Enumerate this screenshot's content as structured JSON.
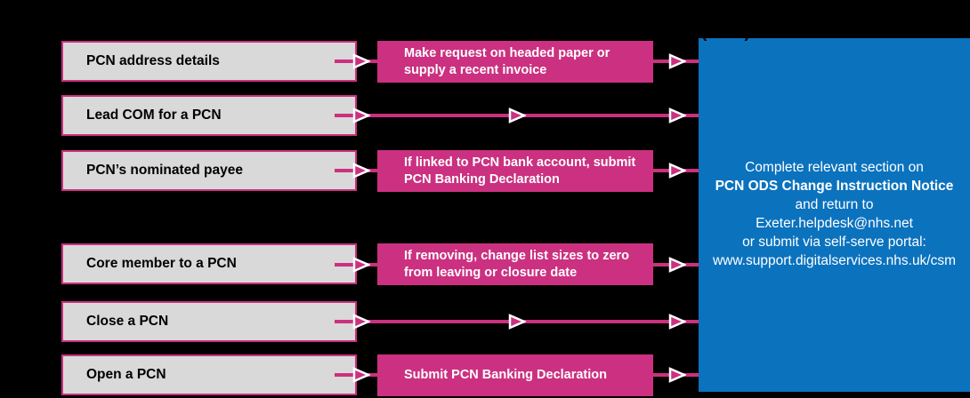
{
  "header": {
    "csu_note": "(CSU)"
  },
  "colors": {
    "background": "#000000",
    "pink": "#cb3180",
    "gray_fill": "#d9d9d9",
    "blue": "#0b72be",
    "source_text": "#000000",
    "action_text": "#ffffff"
  },
  "rows": [
    {
      "label": "PCN address details",
      "action": "Make request on headed paper or\nsupply a recent invoice"
    },
    {
      "label": "Lead COM for a PCN",
      "action": null
    },
    {
      "label": "PCN’s nominated payee",
      "action": "If linked to PCN bank account, submit\nPCN Banking Declaration"
    },
    {
      "label": "Core member to a PCN",
      "action": "If removing, change list sizes to zero\nfrom leaving or closure date"
    },
    {
      "label": "Close a PCN",
      "action": null
    },
    {
      "label": "Open a PCN",
      "action": "Submit PCN Banking Declaration"
    }
  ],
  "destination": {
    "line1": "Complete relevant section on",
    "line2": "PCN ODS Change Instruction Notice",
    "line3": "and return to",
    "line4": "Exeter.helpdesk@nhs.net",
    "line5": "or submit via self-serve portal:",
    "line6": "www.support.digitalservices.nhs.uk/csm"
  }
}
